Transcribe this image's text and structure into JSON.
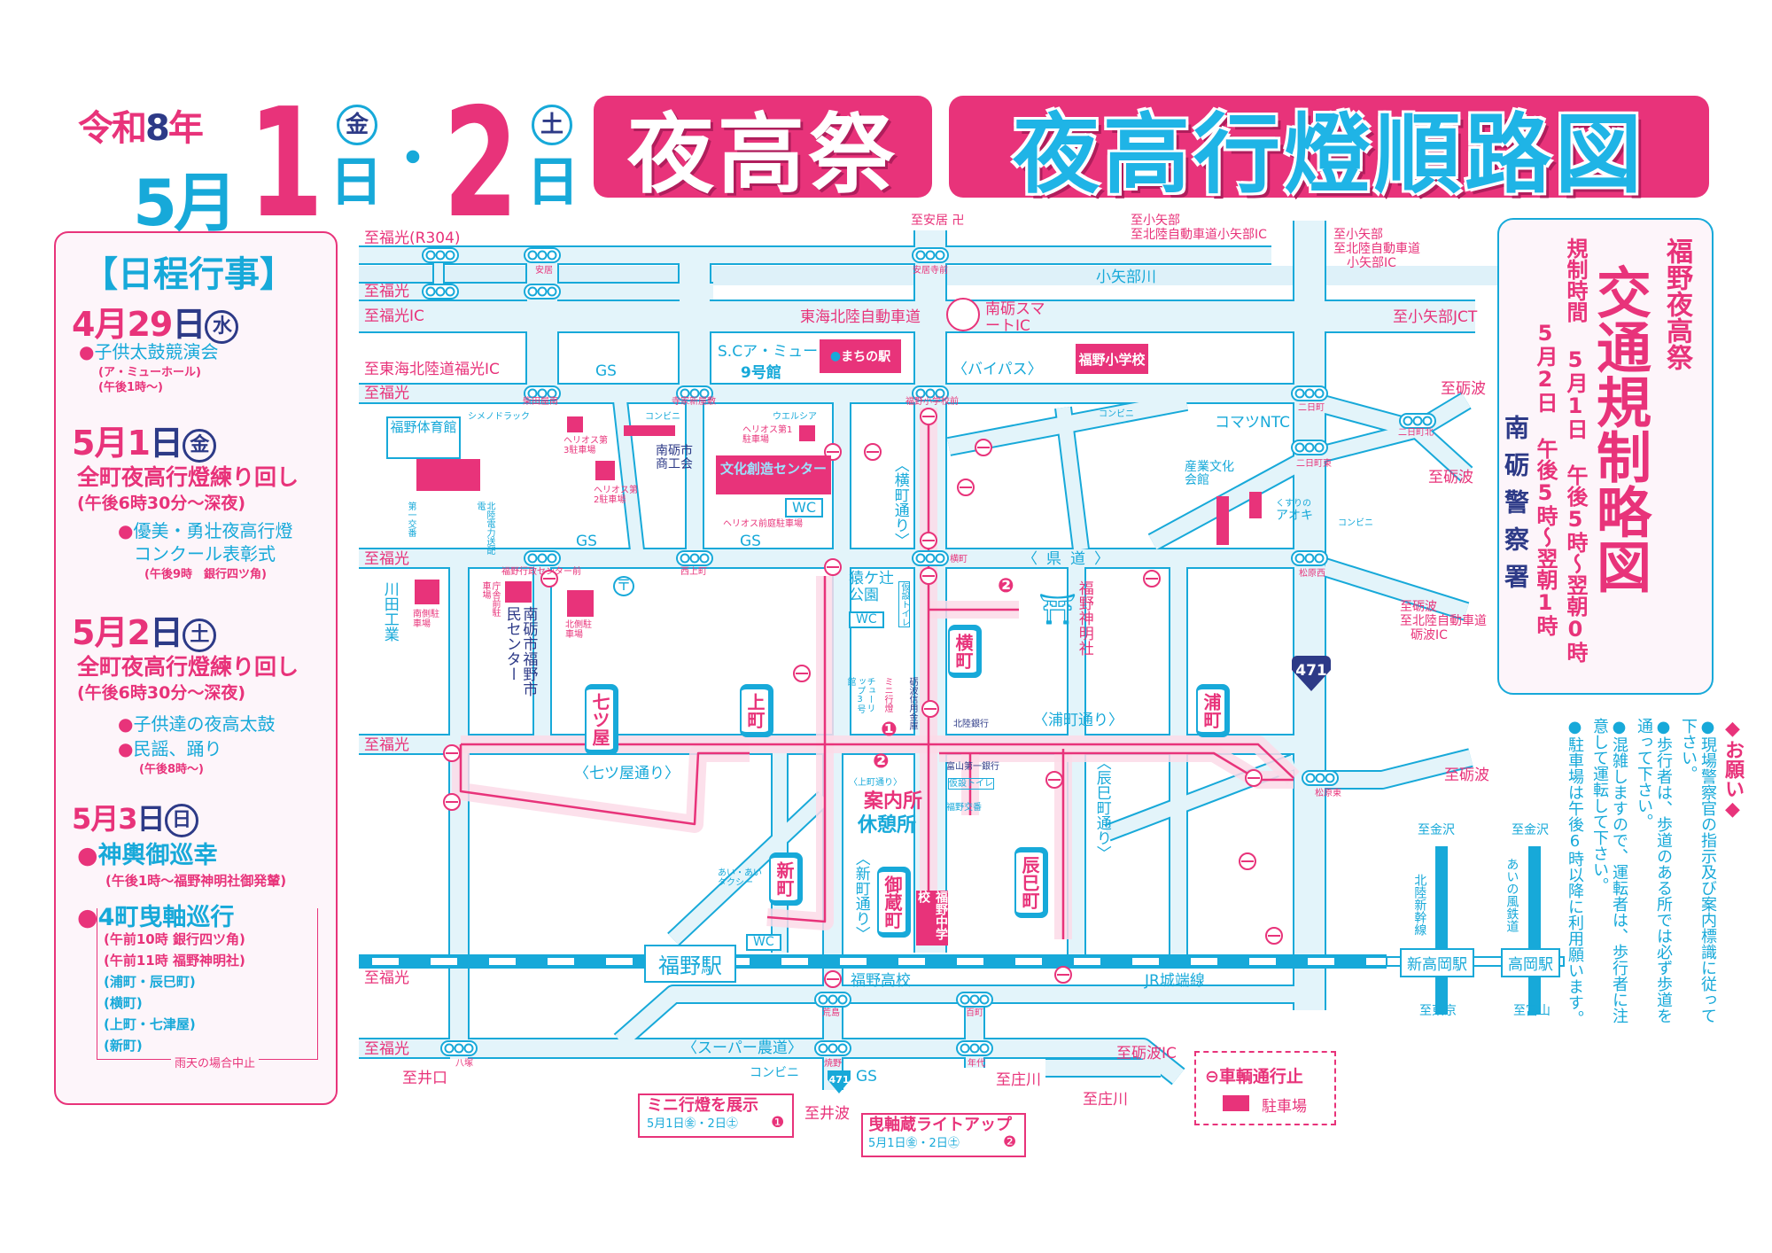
{
  "header": {
    "era": "令和",
    "era_year": "8",
    "era_suffix": "年",
    "month": "5月",
    "day1": "1",
    "day1_dow": "金",
    "day1_suffix": "日",
    "separator": "・",
    "day2": "2",
    "day2_dow": "土",
    "day2_suffix": "日",
    "festival_title": "夜高祭",
    "map_title": "夜高行燈順路図"
  },
  "schedule": {
    "title": "【日程行事】",
    "days": [
      {
        "month_day": "4月29",
        "day_char": "日",
        "dow": "水",
        "items": [
          {
            "text": "子供太鼓競演会",
            "sub": [
              "(ア・ミューホール)",
              "(午後1時～)"
            ]
          }
        ]
      },
      {
        "month_day": "5月1",
        "day_char": "日",
        "dow": "金",
        "headline": "全町夜高行燈練り回し",
        "time": "(午後6時30分～深夜)",
        "items": [
          {
            "text": "優美・勇壮夜高行燈",
            "text2": "コンクール表彰式",
            "sub": [
              "(午後9時　銀行四ツ角)"
            ]
          }
        ]
      },
      {
        "month_day": "5月2",
        "day_char": "日",
        "dow": "土",
        "headline": "全町夜高行燈練り回し",
        "time": "(午後6時30分～深夜)",
        "items": [
          {
            "text": "子供達の夜高太鼓"
          },
          {
            "text": "民謡、踊り",
            "sub": [
              "(午後8時～)"
            ]
          }
        ]
      },
      {
        "month_day": "5月3",
        "day_char": "日",
        "dow": "日",
        "items": [
          {
            "text": "神輿御巡幸",
            "sub": [
              "(午後1時～福野神明社御発輦)"
            ]
          },
          {
            "text": "4町曳軸巡行",
            "sub": [
              "(午前10時 銀行四ツ角)",
              "(午前11時 福野神明社)",
              "(浦町・辰巳町)",
              "(横町)",
              "(上町・七津屋)",
              "(新町)"
            ]
          }
        ],
        "note": "雨天の場合中止"
      }
    ]
  },
  "traffic_panel": {
    "festival": "福野夜高祭",
    "title": "交通規制略図",
    "period_label": "規制時間",
    "period1_date": "5月1日",
    "period1_time": "午後5時～翌朝0時",
    "period2_date": "5月2日",
    "period2_time": "午後5時～翌朝1時",
    "issuer": "南砺警察署"
  },
  "notice": {
    "title": "◆お願い◆",
    "items": [
      "現場警察官の指示及び案内標識に従って下さい。",
      "歩行者は、歩道のある所では必ず歩道を通って下さい。",
      "混雑しますので、運転者は、歩行者に注意して運転して下さい。",
      "駐車場は午後6時以降に利用願います。"
    ]
  },
  "map": {
    "to_fukumitsu_r304": "至福光(R304)",
    "to_fukumitsu": "至福光",
    "to_fukumitsu_ic": "至福光IC",
    "to_tokai_fukumitsu_ic": "至東海北陸道福光IC",
    "expressway": "東海北陸自動車道",
    "to_oyabe_jct": "至小矢部JCT",
    "to_yasui": "至安居 卍",
    "yasui": "安居",
    "yasuiji_mae": "安居寺前",
    "to_oyabe_ic_1": "至小矢部",
    "to_oyabe_ic_2": "至北陸自動車道小矢部IC",
    "to_oyabe_b1": "至小矢部",
    "to_oyabe_b2": "至北陸自動車道",
    "to_oyabe_b3": "小矢部IC",
    "oyabe_river": "小矢部川",
    "nanto_smart_ic": "南砺スマートIC",
    "sc_amyu": "S.Cア・ミュー",
    "amyu_9": "9号館",
    "machi_no_eki": "まちの駅",
    "bypass": "〈バイパス〉",
    "fukuno_elementary": "福野小学校",
    "gs": "GS",
    "shibataya_minami": "柴田屋南",
    "jike_shinyashiki": "寺家新屋敷",
    "fukuno_elem_mae": "福野小学校前",
    "futsukamachi": "二日町",
    "futsukamachi_kita": "二日町北",
    "futsukamachi_higashi": "二日町東",
    "to_tonami": "至砺波",
    "conveni": "コンビニ",
    "komatsu_ntc": "コマツNTC",
    "sangyo_bunka": "産業文化会館",
    "kusuri_aoki_1": "くすりの",
    "kusuri_aoki_2": "アオキ",
    "matsubara_nishi": "松原西",
    "matsubara_higashi": "松原東",
    "to_tonami_ic_1": "至砺波",
    "to_tonami_ic_2": "至北陸自動車道",
    "to_tonami_ic_3": "砺波IC",
    "route_471": "471",
    "fukuno_gym": "福野体育館",
    "shimeno_drug": "シメノドラック",
    "helios_3": "ヘリオス第3駐車場",
    "helios_2": "ヘリオス第2駐車場",
    "helios_1": "ヘリオス第1駐車場",
    "welcia": "ウエルシア",
    "chamber": "南砺市商工会",
    "bunka_center": "文化創造センター",
    "helios_front": "ヘリオス前庭駐車場",
    "wc": "WC",
    "yokomachi_dori": "〈横町通り〉",
    "koban_1": "第一交番",
    "hokuriku_denryoku": "北陸電力送配電",
    "gyosei_center_mae": "福野行政センター前",
    "nishi_kamimachi": "西上町",
    "yokomachi_signal": "横町",
    "kendo": "〈県道〉",
    "kawada": "川田工業",
    "south_parking": "南側駐車場",
    "office_parking": "庁舎前駐車場",
    "civic_center": "南砺市福野市民センター",
    "north_parking": "北側駐車場",
    "post_office": "〒",
    "sarugatsuji_park": "猿ケ辻公園",
    "temp_toilet": "仮設トイレ",
    "marker_2": "❷",
    "marker_1": "❶",
    "shrine_mark": "⛩",
    "shinmei_shrine": "福野神明社",
    "lantern_yokomachi": "横町",
    "lantern_nanatsuya": "七ツ屋",
    "lantern_kamimachi": "上町",
    "lantern_uramachi": "浦町",
    "lantern_shinmachi": "新町",
    "lantern_okura": "御蔵町",
    "lantern_tatsumi": "辰巳町",
    "mini_lantern": "ミニ行燈",
    "tulip_3": "チューリップ3号館",
    "tonami_shinkin": "砺波信用金庫",
    "hokuriku_bank": "北陸銀行",
    "uramachi_dori": "〈浦町通り〉",
    "nanatsuya_dori": "〈七ツ屋通り〉",
    "kamimachi_dori": "〈上町通り〉",
    "info": "案内所",
    "rest": "休憩所",
    "toyama_daiichi": "富山第一銀行",
    "fukuno_koban": "福野交番",
    "tatsumi_dori": "〈辰巳町通り〉",
    "aiai_taxi": "あい・あいタクシー",
    "shinmachi_dori": "〈新町通り〉",
    "fukuno_jhs": "福野中学校",
    "fukuno_station": "福野駅",
    "fukuno_hs": "福野高校",
    "jr_johana": "JR城端線",
    "to_kanazawa": "至金沢",
    "shinkansen": "北陸新幹線",
    "ainokaze": "あいの風鉄道",
    "shin_takaoka": "新高岡駅",
    "takaoka": "高岡駅",
    "to_tokyo": "至東京",
    "to_toyama": "至富山",
    "arashima": "荒島",
    "hyakumachi": "百町",
    "hachizuka": "八塚",
    "to_iguchi": "至井口",
    "super_nodo": "〈スーパー農道〉",
    "yakeno": "焼野",
    "nendai": "年代",
    "to_inami": "至井波",
    "to_shogawa": "至庄川",
    "to_tonami_ic": "至砺波IC"
  },
  "bottom": {
    "mini_title": "ミニ行燈を展示",
    "mini_dates": "5月1日㊎・2日㊏",
    "mini_marker": "❶",
    "kura_title": "曳軸蔵ライトアップ",
    "kura_dates": "5月1日㊎・2日㊏",
    "kura_marker": "❷"
  },
  "legend": {
    "closed": "車輌通行止",
    "parking": "駐車場"
  },
  "colors": {
    "pink": "#e8337a",
    "cyan": "#17a9d9",
    "navy": "#2d3a87",
    "road": "#e3f4fa",
    "route": "#fbdbe8"
  }
}
